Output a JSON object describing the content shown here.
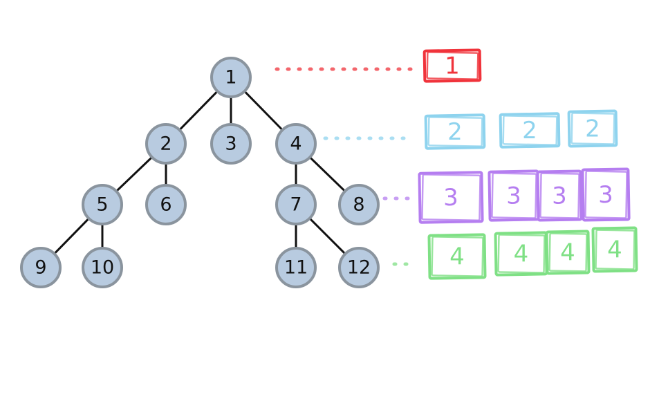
{
  "tree": {
    "nodes": [
      {
        "id": "1",
        "label": "1"
      },
      {
        "id": "2",
        "label": "2"
      },
      {
        "id": "3",
        "label": "3"
      },
      {
        "id": "4",
        "label": "4"
      },
      {
        "id": "5",
        "label": "5"
      },
      {
        "id": "6",
        "label": "6"
      },
      {
        "id": "7",
        "label": "7"
      },
      {
        "id": "8",
        "label": "8"
      },
      {
        "id": "9",
        "label": "9"
      },
      {
        "id": "10",
        "label": "10"
      },
      {
        "id": "11",
        "label": "11"
      },
      {
        "id": "12",
        "label": "12"
      }
    ],
    "edges": [
      [
        "1",
        "2"
      ],
      [
        "1",
        "3"
      ],
      [
        "1",
        "4"
      ],
      [
        "2",
        "5"
      ],
      [
        "2",
        "6"
      ],
      [
        "4",
        "7"
      ],
      [
        "4",
        "8"
      ],
      [
        "5",
        "9"
      ],
      [
        "5",
        "10"
      ],
      [
        "7",
        "11"
      ],
      [
        "7",
        "12"
      ]
    ]
  },
  "levels": [
    {
      "label": "1",
      "count": 1,
      "color": "#f0333b"
    },
    {
      "label": "2",
      "count": 3,
      "color": "#8ed3ee"
    },
    {
      "label": "3",
      "count": 4,
      "color": "#b57ef0"
    },
    {
      "label": "4",
      "count": 4,
      "color": "#7fe085"
    }
  ],
  "style": {
    "node_fill": "#b8cbe0",
    "node_stroke": "#8a949e",
    "edge_color": "#111111"
  }
}
